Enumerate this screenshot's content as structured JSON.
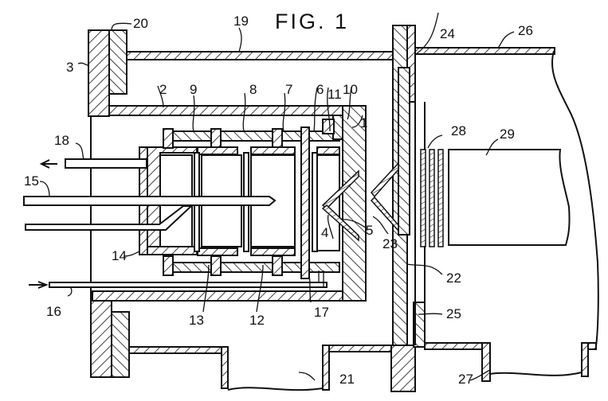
{
  "figure": {
    "title": "FIG. 1",
    "type": "patent-drawing",
    "description": "Cross-sectional view of an ion source / electrode stack assembly with housings and flanges"
  },
  "labels": [
    {
      "id": "l1",
      "text": "1"
    },
    {
      "id": "l2",
      "text": "2"
    },
    {
      "id": "l3",
      "text": "3"
    },
    {
      "id": "l4",
      "text": "4"
    },
    {
      "id": "l5",
      "text": "5"
    },
    {
      "id": "l6",
      "text": "6"
    },
    {
      "id": "l7",
      "text": "7"
    },
    {
      "id": "l8",
      "text": "8"
    },
    {
      "id": "l9",
      "text": "9"
    },
    {
      "id": "l10",
      "text": "10"
    },
    {
      "id": "l11",
      "text": "11"
    },
    {
      "id": "l12",
      "text": "12"
    },
    {
      "id": "l13",
      "text": "13"
    },
    {
      "id": "l14",
      "text": "14"
    },
    {
      "id": "l15",
      "text": "15"
    },
    {
      "id": "l16",
      "text": "16"
    },
    {
      "id": "l17",
      "text": "17"
    },
    {
      "id": "l18",
      "text": "18"
    },
    {
      "id": "l19",
      "text": "19"
    },
    {
      "id": "l20",
      "text": "20"
    },
    {
      "id": "l21",
      "text": "21"
    },
    {
      "id": "l22",
      "text": "22"
    },
    {
      "id": "l23",
      "text": "23"
    },
    {
      "id": "l24",
      "text": "24"
    },
    {
      "id": "l25",
      "text": "25"
    },
    {
      "id": "l26",
      "text": "26"
    },
    {
      "id": "l27",
      "text": "27"
    },
    {
      "id": "l28",
      "text": "28"
    },
    {
      "id": "l29",
      "text": "29"
    }
  ],
  "arrows": {
    "outlet_18": "left-arrow",
    "inlet_16": "right-arrow"
  }
}
